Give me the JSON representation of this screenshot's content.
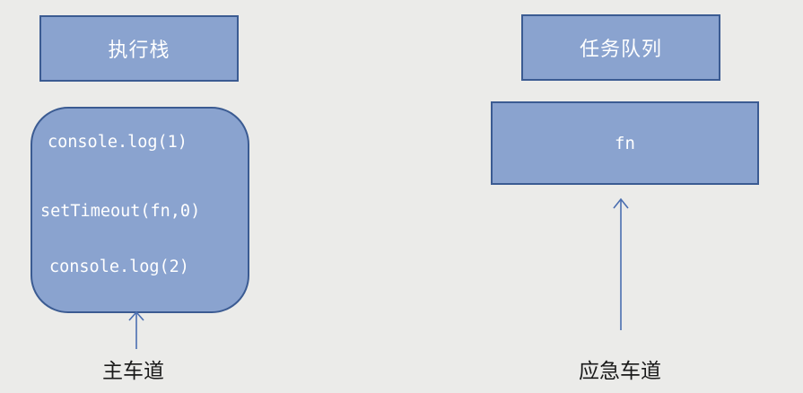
{
  "exec_stack": {
    "title": "执行栈",
    "lines": [
      "console.log(1)",
      "setTimeout(fn,0)",
      "console.log(2)"
    ]
  },
  "task_queue": {
    "title": "任务队列",
    "item": "fn"
  },
  "labels": {
    "main_lane": "主车道",
    "emergency_lane": "应急车道"
  },
  "colors": {
    "box_fill": "#8aa3cf",
    "box_border": "#3b5b92",
    "arrow": "#4a6eb0",
    "background": "#ebebe9"
  }
}
